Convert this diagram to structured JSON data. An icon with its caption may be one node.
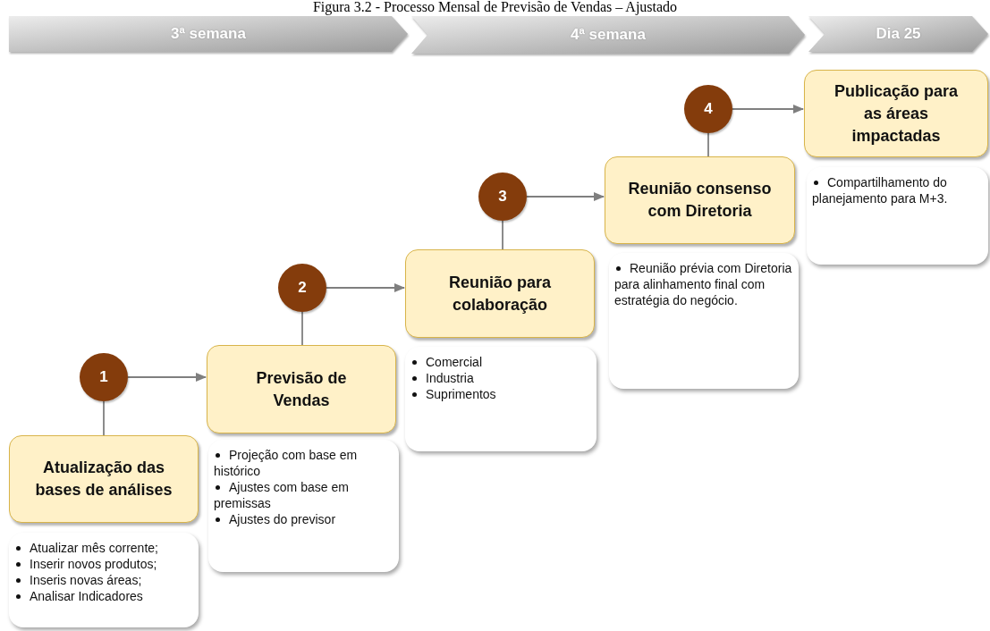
{
  "diagram": {
    "title": "Figura 3.2 - Processo Mensal de Previsão de Vendas – Ajustado",
    "nodes": [
      {
        "text": [
          "3ª semana"
        ]
      },
      {
        "text": [
          "4ª semana"
        ]
      },
      {
        "text": [
          "Dia 25"
        ]
      },
      {
        "text": [
          "Atualização das bases de análises"
        ]
      },
      {
        "text": [
          "Atualizar  mês corrente;",
          "Inserir novos produtos;",
          "Inseris novas áreas;",
          "Analisar Indicadores"
        ]
      },
      {
        "text": [
          "1"
        ]
      },
      {
        "text": [
          "Previsão de Vendas"
        ]
      },
      {
        "text": [
          "Projeção com base em histórico",
          "Ajustes com base em premissas",
          "Ajustes do previsor"
        ]
      },
      {
        "text": [
          "2"
        ]
      },
      {
        "text": [
          "Reunião para colaboração"
        ]
      },
      {
        "text": [
          "Comercial",
          "Industria",
          "Suprimentos"
        ]
      },
      {
        "text": [
          "3"
        ]
      },
      {
        "text": [
          "Reunião consenso com Diretoria"
        ]
      },
      {
        "text": [
          "Reunião prévia com Diretoria para alinhamento final com estratégia do negócio."
        ]
      },
      {
        "text": [
          "4"
        ]
      },
      {
        "text": [
          "Publicação para as áreas impactadas"
        ]
      },
      {
        "text": [
          "Compartilhamento do planejamento para M+3."
        ]
      }
    ],
    "edges": [
      {
        "from": 5,
        "to": 3,
        "arrow": "none"
      },
      {
        "from": 5,
        "to": 6,
        "arrow": "to"
      },
      {
        "from": 8,
        "to": 6,
        "arrow": "none"
      },
      {
        "from": 8,
        "to": 9,
        "arrow": "to"
      },
      {
        "from": 11,
        "to": 9,
        "arrow": "none"
      },
      {
        "from": 11,
        "to": 12,
        "arrow": "to"
      },
      {
        "from": 14,
        "to": 12,
        "arrow": "none"
      },
      {
        "from": 14,
        "to": 15,
        "arrow": "to"
      }
    ]
  }
}
